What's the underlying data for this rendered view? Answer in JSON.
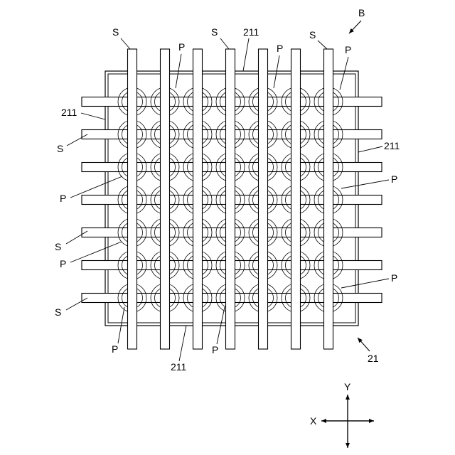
{
  "labels": {
    "assembly": "B",
    "substrate": "21",
    "substrate_edge": "211",
    "strip": "S",
    "pad": "P"
  },
  "axes": {
    "x": "X",
    "y": "Y"
  },
  "grid": {
    "vertical_strip_count": 7,
    "horizontal_strip_count": 7,
    "pad_count": 49
  }
}
